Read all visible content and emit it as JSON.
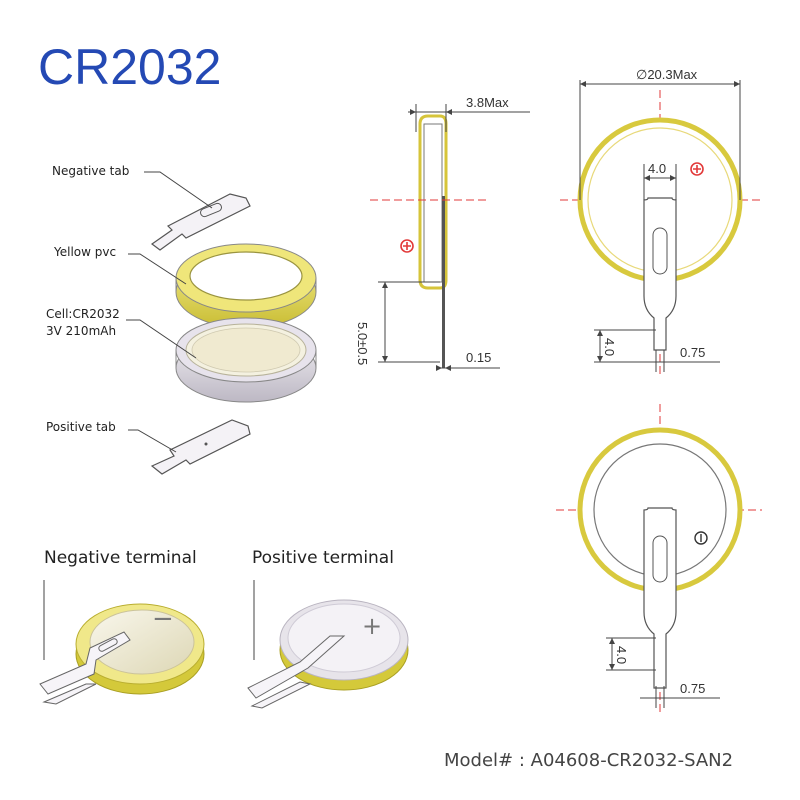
{
  "title": "CR2032",
  "labels": {
    "negative_tab": "Negative tab",
    "yellow_pvc": "Yellow pvc",
    "cell_line1": "Cell:CR2032",
    "cell_line2": "3V 210mAh",
    "positive_tab": "Positive tab"
  },
  "terminals": {
    "negative": "Negative terminal",
    "positive": "Positive terminal",
    "minus_sign": "−",
    "plus_sign": "+"
  },
  "dimensions": {
    "thickness": "3.8Max",
    "tab_height_side": "5.0±0.5",
    "tab_thickness": "0.15",
    "diameter": "∅20.3Max",
    "tab_width_top": "4.0",
    "tab_length_front": "4.0",
    "pin_width_front": "0.75",
    "tab_length_back": "4.0",
    "pin_width_back": "0.75"
  },
  "model": "Model# : A04608-CR2032-SAN2",
  "colors": {
    "title": "#2449b4",
    "pvc_yellow": "#e6dc5a",
    "cell_silver": "#d9d6de",
    "centerline_red": "#e23a3a",
    "polarity_red": "#e23a3a"
  },
  "icons": [
    "plus-polarity-icon",
    "minus-polarity-icon"
  ]
}
